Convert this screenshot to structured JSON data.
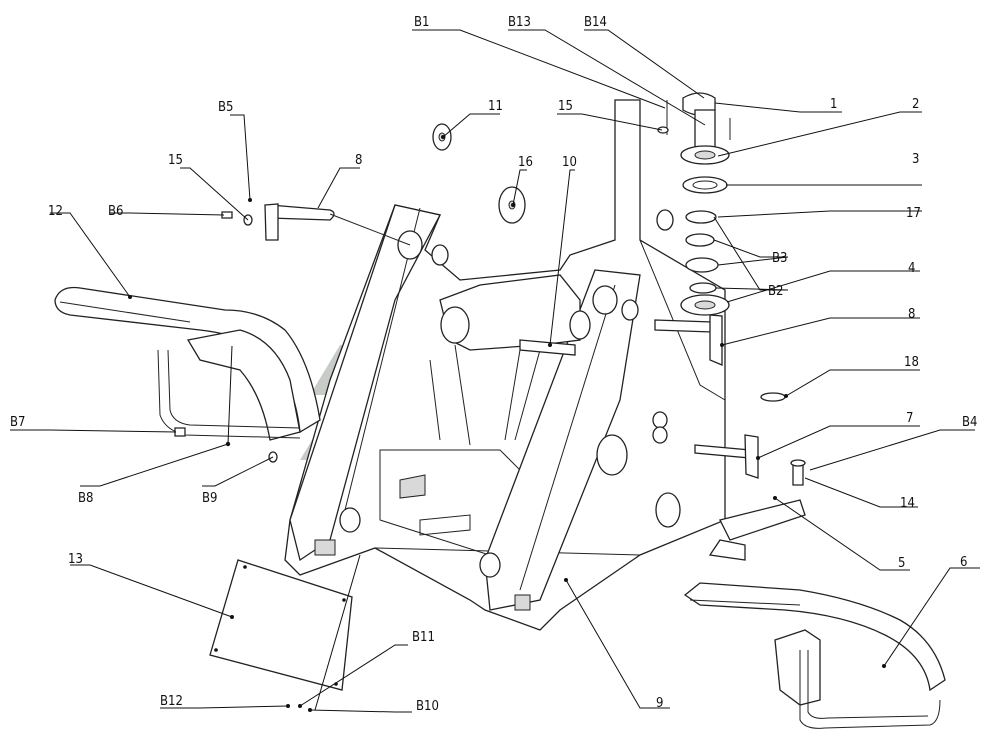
{
  "diagram": {
    "callouts": {
      "c1": "1",
      "c2": "2",
      "c3": "3",
      "c4": "4",
      "c5": "5",
      "c6": "6",
      "c7": "7",
      "c8a": "8",
      "c8b": "8",
      "c9": "9",
      "c10": "10",
      "c11": "11",
      "c12": "12",
      "c13": "13",
      "c14": "14",
      "c15a": "15",
      "c15b": "15",
      "c16": "16",
      "c17": "17",
      "c18": "18",
      "b1": "B1",
      "b2": "B2",
      "b3": "B3",
      "b4": "B4",
      "b5": "B5",
      "b6": "B6",
      "b7": "B7",
      "b8": "B8",
      "b9": "B9",
      "b10": "B10",
      "b11": "B11",
      "b12": "B12",
      "b13": "B13",
      "b14": "B14"
    },
    "watermark_color": "#9aa39a"
  }
}
